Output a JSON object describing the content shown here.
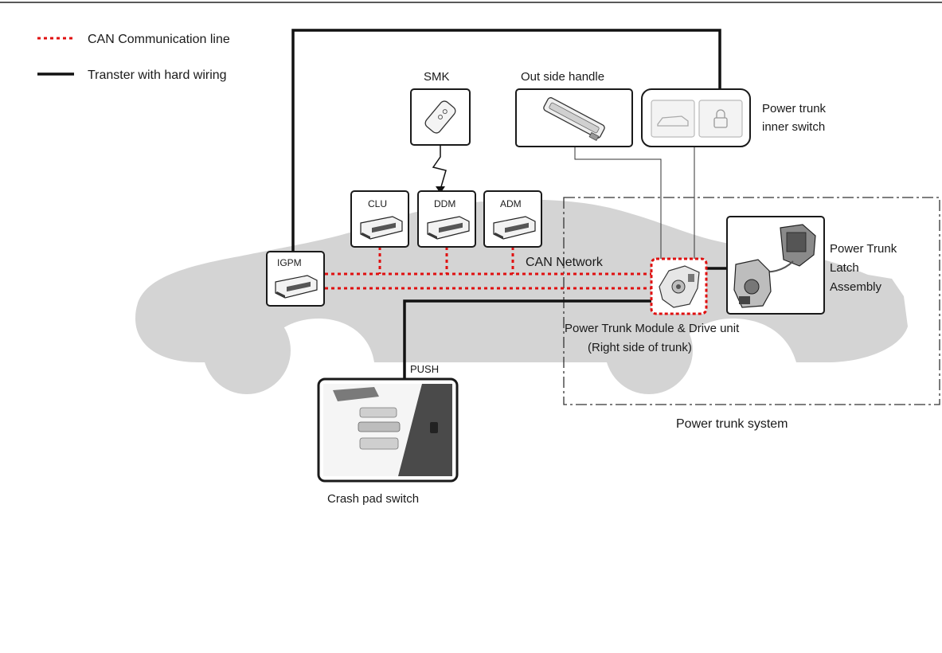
{
  "legend": {
    "can_line": "CAN Communication line",
    "hard_wiring": "Transter with hard wiring"
  },
  "components": {
    "smk": "SMK",
    "outside_handle": "Out side handle",
    "inner_switch_line1": "Power trunk",
    "inner_switch_line2": "inner switch",
    "clu": "CLU",
    "ddm": "DDM",
    "adm": "ADM",
    "igpm": "IGPM",
    "can_network": "CAN Network",
    "latch_line1": "Power Trunk",
    "latch_line2": "Latch",
    "latch_line3": "Assembly",
    "module_line1": "Power Trunk Module & Drive unit",
    "module_line2": "(Right side of trunk)",
    "push": "PUSH",
    "crash_pad": "Crash pad switch",
    "system": "Power trunk system"
  },
  "colors": {
    "can_line": "#e01010",
    "hard_wire": "#111111",
    "car_silhouette": "#d4d4d4"
  }
}
